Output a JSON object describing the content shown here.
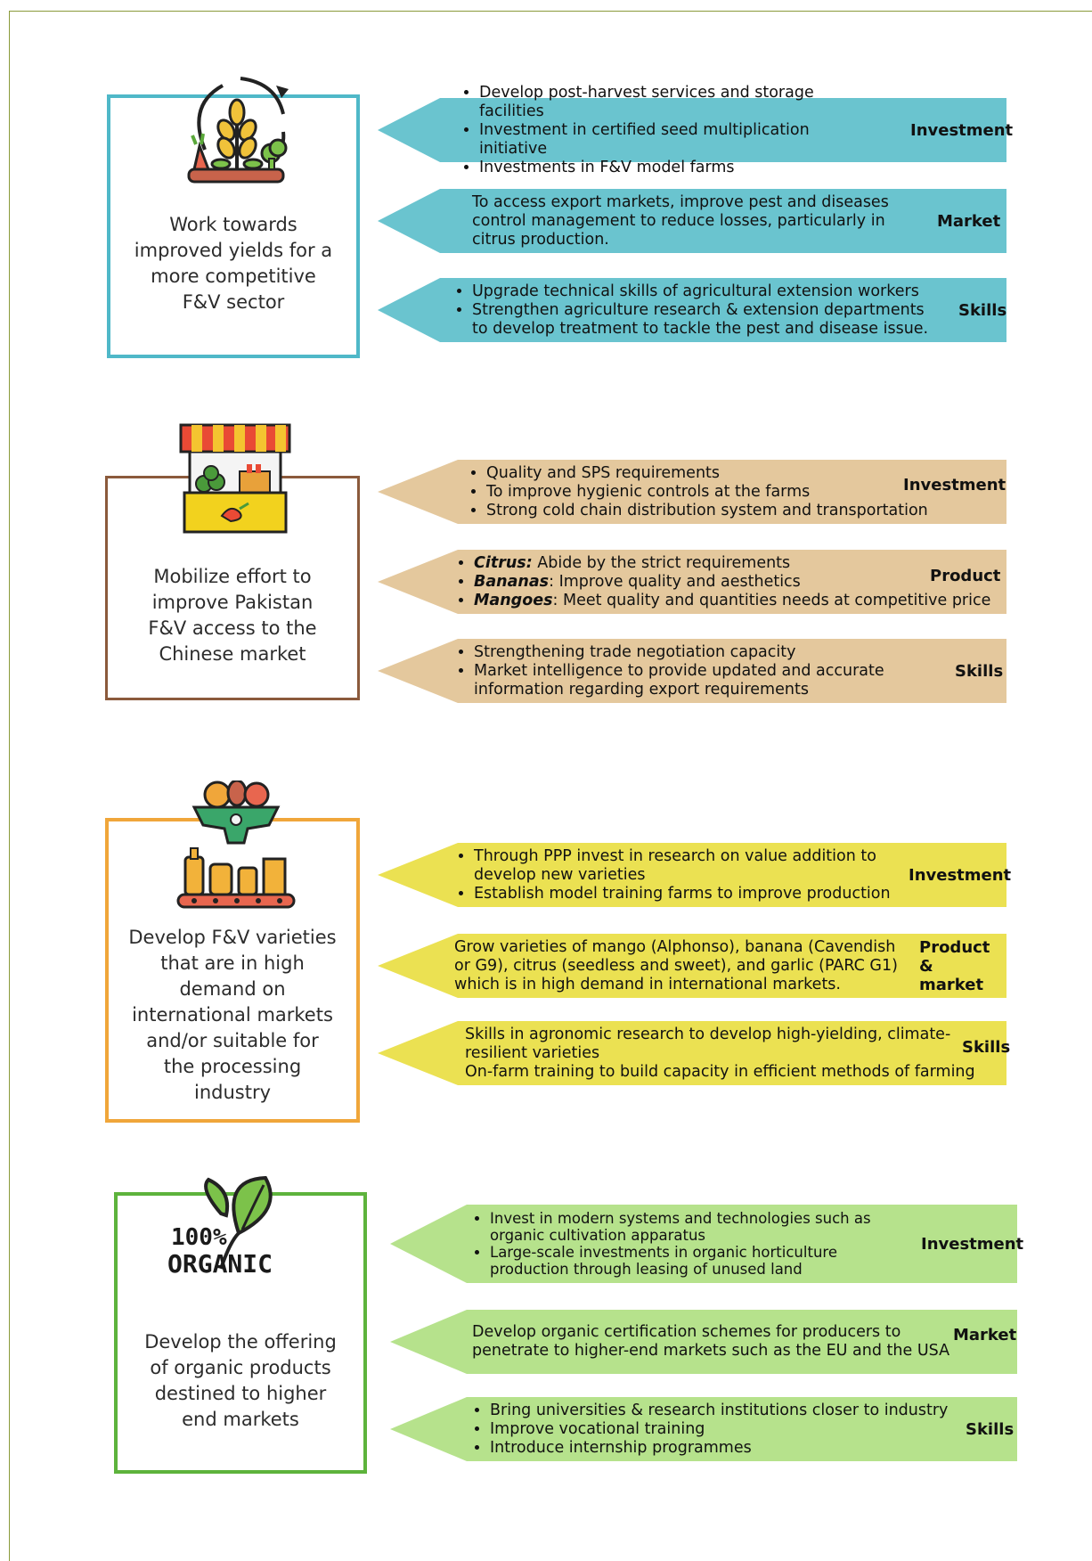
{
  "colors": {
    "frame": "#8a9a3a",
    "section1": "#6ac4cf",
    "section2": "#e4c89d",
    "section3": "#ebe152",
    "section4": "#b6e28c",
    "box1_border": "#4fb8c8",
    "box2_border": "#8b5a3c",
    "box3_border": "#f0a63a",
    "box4_border": "#5db33c"
  },
  "sections": [
    {
      "icon": "farming-cycle-icon",
      "goal": "Work towards\nimproved yields for a\nmore competitive\nF&V sector",
      "rows": [
        {
          "category": "Investment",
          "bullets": [
            "Develop post-harvest services and storage facilities",
            "Investment in certified seed multiplication initiative",
            "Investments in F&V model farms"
          ]
        },
        {
          "category": "Market",
          "text": "To access export markets, improve pest and diseases\ncontrol management to reduce losses, particularly in\ncitrus production."
        },
        {
          "category": "Skills",
          "bullets": [
            "Upgrade technical skills of agricultural extension workers",
            "Strengthen agriculture research & extension departments to develop treatment to tackle the pest and disease issue."
          ]
        }
      ]
    },
    {
      "icon": "market-stall-icon",
      "goal": "Mobilize effort to\nimprove Pakistan\nF&V access to the\nChinese market",
      "rows": [
        {
          "category": "Investment",
          "bullets": [
            "Quality and SPS requirements",
            "To improve hygienic controls at the farms",
            "Strong cold chain distribution system and transportation"
          ]
        },
        {
          "category": "Product",
          "labeled_bullets": [
            {
              "label": "Citrus:",
              "text": " Abide by the strict requirements"
            },
            {
              "label": "Bananas",
              "text": ": Improve quality and aesthetics"
            },
            {
              "label": "Mangoes",
              "text": ": Meet quality and quantities needs at competitive price"
            }
          ]
        },
        {
          "category": "Skills",
          "bullets": [
            "Strengthening trade negotiation capacity",
            "Market intelligence to provide updated and accurate information regarding export requirements"
          ]
        }
      ]
    },
    {
      "icon": "food-processing-icon",
      "goal": "Develop F&V varieties\nthat are in high\ndemand on\ninternational markets\nand/or suitable for\nthe processing\nindustry",
      "rows": [
        {
          "category": "Investment",
          "bullets": [
            "Through PPP invest in research on value addition to develop new varieties",
            "Establish model training farms to improve production"
          ]
        },
        {
          "category": "Product &\nmarket",
          "text": "Grow varieties of mango (Alphonso), banana (Cavendish\nor G9), citrus (seedless and sweet), and garlic (PARC G1)\nwhich is in high demand in international markets."
        },
        {
          "category": "Skills",
          "text": "Skills in agronomic research to develop high-yielding, climate-\nresilient varieties\nOn-farm training to build capacity in efficient methods of farming"
        }
      ]
    },
    {
      "icon": "organic-leaf-icon",
      "icon_text_1": "100%",
      "icon_text_2": "ORGANIC",
      "goal": "Develop the offering\nof organic products\ndestined to higher\nend markets",
      "rows": [
        {
          "category": "Investment",
          "bullets": [
            "Invest in modern systems and technologies such as organic cultivation apparatus",
            "Large-scale investments in organic horticulture production through leasing of unused land"
          ]
        },
        {
          "category": "Market",
          "text": "Develop organic certification schemes for producers to\npenetrate to higher-end markets such as the EU and the USA"
        },
        {
          "category": "Skills",
          "bullets": [
            "Bring universities & research institutions closer to industry",
            "Improve vocational training",
            "Introduce internship programmes"
          ]
        }
      ]
    }
  ]
}
